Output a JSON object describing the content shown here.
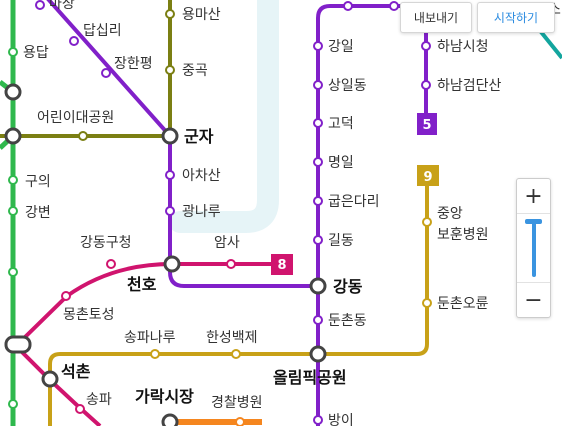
{
  "toolbar": {
    "export_label": "내보내기",
    "start_label": "시작하기"
  },
  "zoom": {
    "in_label": "+",
    "out_label": "−"
  },
  "badges": {
    "line5": "5",
    "line8": "8",
    "line9": "9"
  },
  "colors": {
    "line2": "#2fb84d",
    "line5": "#8120c9",
    "line7": "#7b7f13",
    "line8": "#d0146e",
    "line9": "#c8a118",
    "line_orange": "#f5861f",
    "line_teal": "#13a59e",
    "river": "#e6f4f7"
  },
  "stations": {
    "top_partial": "마장",
    "dapsimni": "답십리",
    "janghanpyeong": "장한평",
    "yongdap": "용답",
    "childrens_park": "어린이대공원",
    "gunja": "군자",
    "guui": "구의",
    "gangbyeon": "강변",
    "yongmasan": "용마산",
    "junggok": "중곡",
    "achasan": "아차산",
    "gwangnaru": "광나루",
    "gangil": "강일",
    "sangildong": "상일동",
    "godeok": "고덕",
    "myeongil": "명일",
    "guleundari": "굽은다리",
    "gildong": "길동",
    "gangdong": "강동",
    "dunchondong": "둔촌동",
    "hanam_city_hall": "하남시청",
    "hanam_geomdansan": "하남검단산",
    "so_partial": "소",
    "central_vhs": "중앙\n보훈병원",
    "dunchon_oryun": "둔촌오륜",
    "gangdong_gucheong": "강동구청",
    "amsa": "암사",
    "cheonho": "천호",
    "mongchontoseong": "몽촌토성",
    "songpanaru": "송파나루",
    "hanseong_baekje": "한성백제",
    "seokchon": "석촌",
    "songpa": "송파",
    "garak_market": "가락시장",
    "police_hospital": "경찰병원",
    "olympic_park": "올림픽공원",
    "bangi": "방이"
  }
}
